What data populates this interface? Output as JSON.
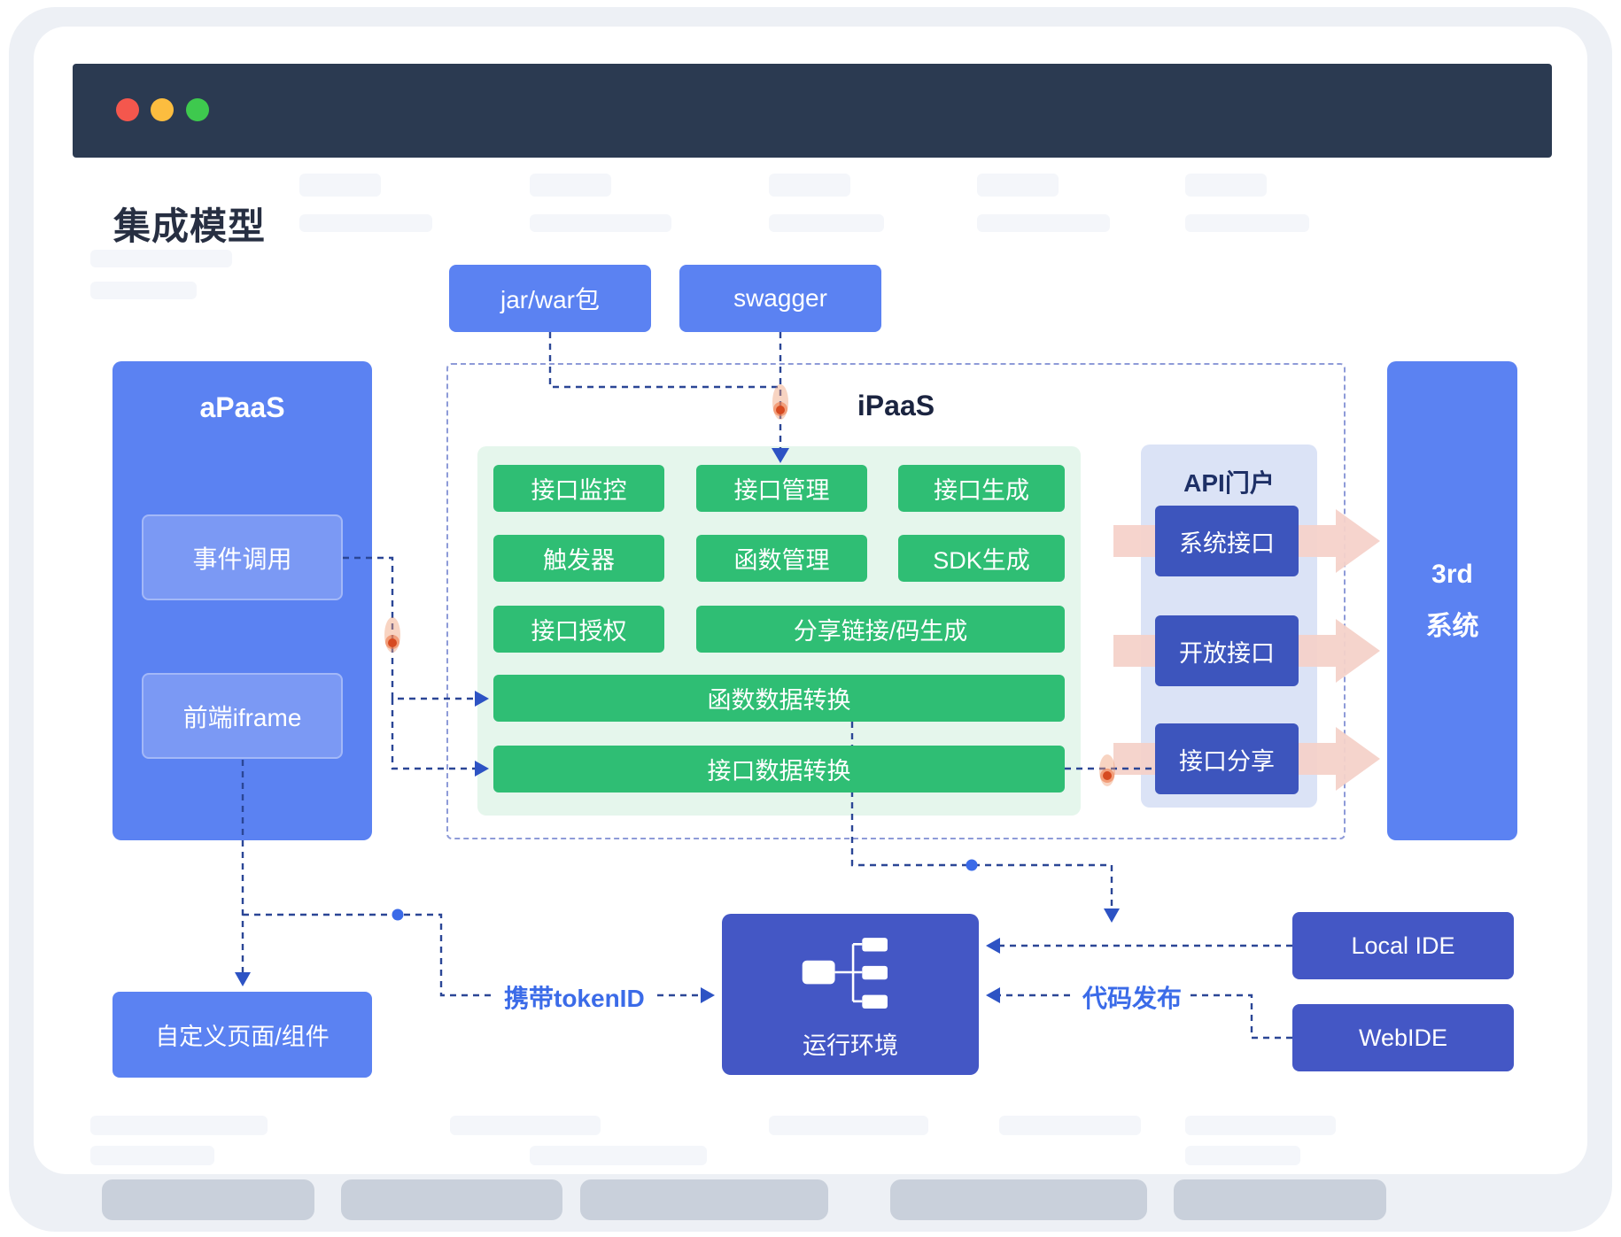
{
  "window": {
    "traffic_lights": [
      {
        "name": "close",
        "color": "#f4574d"
      },
      {
        "name": "minimize",
        "color": "#fcbd3f"
      },
      {
        "name": "zoom",
        "color": "#3ec94e"
      }
    ]
  },
  "page": {
    "title": "集成模型"
  },
  "sources": {
    "jar": "jar/war包",
    "swagger": "swagger"
  },
  "apaas": {
    "title": "aPaaS",
    "items": [
      "事件调用",
      "前端iframe"
    ]
  },
  "ipaas": {
    "title": "iPaaS",
    "capabilities": [
      "接口监控",
      "接口管理",
      "接口生成",
      "触发器",
      "函数管理",
      "SDK生成",
      "接口授权",
      "分享链接/码生成",
      "函数数据转换",
      "接口数据转换"
    ]
  },
  "api_portal": {
    "title": "API门户",
    "items": [
      "系统接口",
      "开放接口",
      "接口分享"
    ]
  },
  "third_system": {
    "line1": "3rd",
    "line2": "系统"
  },
  "bottom": {
    "custom_page": "自定义页面/组件",
    "runtime": "运行环境",
    "local_ide": "Local IDE",
    "web_ide": "WebIDE"
  },
  "flow_labels": {
    "token": "携带tokenID",
    "publish": "代码发布"
  },
  "colors": {
    "accent_blue": "#5b82f2",
    "light_blue_sub": "#7b99f4",
    "green": "#2fbe74",
    "green_panel": "#e5f6ec",
    "indigo": "#3d55bd",
    "runtime_indigo": "#4457c5",
    "api_panel": "#dbe3f6",
    "navy_line": "#2b4696",
    "arrowhead_blue": "#2d53c4",
    "label_blue": "#3b6be8",
    "pink_arrow": "#f5d2ca",
    "orange_dot": "#d64a20",
    "titlebar": "#2b3a51"
  }
}
